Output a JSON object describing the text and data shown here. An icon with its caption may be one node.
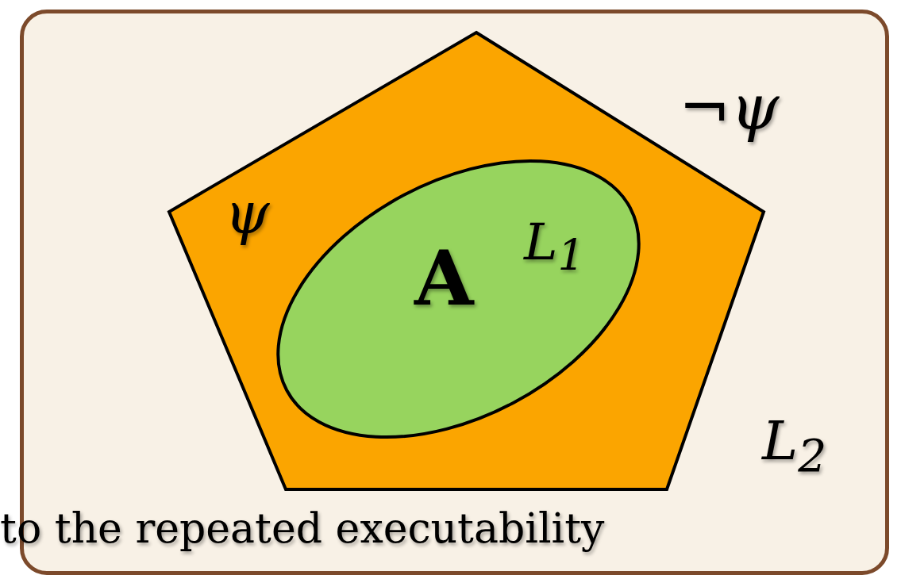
{
  "diagram": {
    "nodes": [
      {
        "text": [
          "¬ψ",
          "L$_{2}$"
        ]
      },
      {
        "text": [
          "ψ"
        ],
        "in": 0
      },
      {
        "text": [
          "A",
          "L$_{1}$"
        ],
        "in": 1
      }
    ],
    "labels": [
      "to the repeated executability"
    ]
  }
}
